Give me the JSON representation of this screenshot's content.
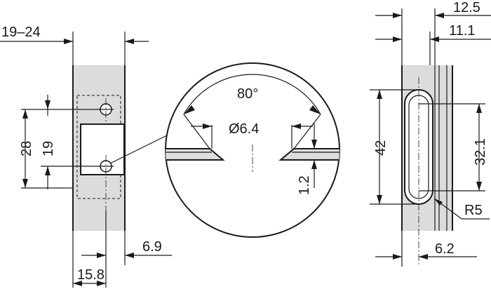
{
  "drawing": {
    "colors": {
      "line": "#1a1a1a",
      "part_fill": "#dcdcdc",
      "background": "#ffffff"
    },
    "front_view": {
      "plate_width": "19–24",
      "hole_spacing_outer": "28",
      "hole_spacing": "19",
      "hole_offset": "6.9",
      "center_to_edge": "15.8"
    },
    "detail": {
      "countersink_angle": "80°",
      "hole_diameter": "Ø6.4",
      "plate_thickness": "1.2"
    },
    "side_view": {
      "outer_offset": "12.5",
      "inner_offset": "11.1",
      "slot_length": "42",
      "slot_inner_length": "32.1",
      "slot_radius": "R5",
      "slot_offset": "6.2"
    }
  }
}
